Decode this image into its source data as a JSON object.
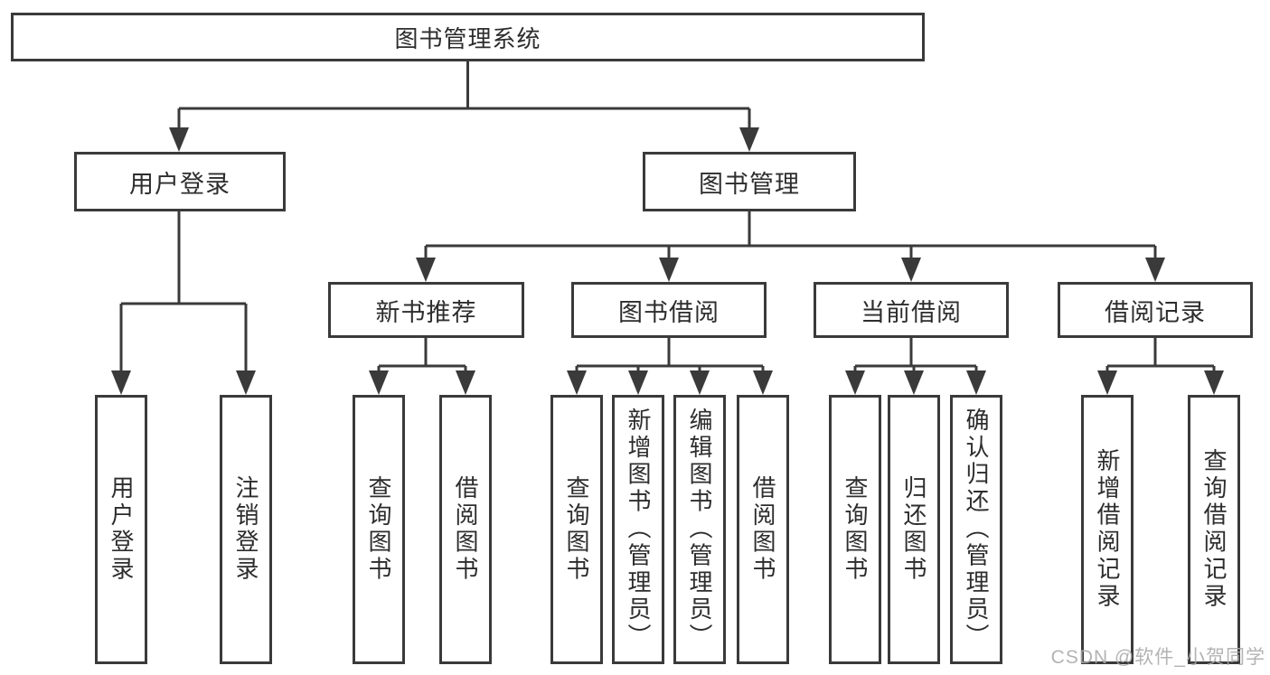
{
  "diagram": {
    "type": "tree",
    "title": "图书管理系统",
    "colors": {
      "line": "#3a3a3a",
      "box_border": "#3a3a3a",
      "box_fill": "#ffffff",
      "text": "#2d2d2d",
      "background": "#ffffff",
      "watermark": "#a8a8a8"
    },
    "tree": {
      "label": "图书管理系统",
      "children": [
        {
          "label": "用户登录",
          "children": [
            {
              "label": "用户登录"
            },
            {
              "label": "注销登录"
            }
          ]
        },
        {
          "label": "图书管理",
          "children": [
            {
              "label": "新书推荐",
              "children": [
                {
                  "label": "查询图书"
                },
                {
                  "label": "借阅图书"
                }
              ]
            },
            {
              "label": "图书借阅",
              "children": [
                {
                  "label": "查询图书"
                },
                {
                  "label": "新增图书（管理员）"
                },
                {
                  "label": "编辑图书（管理员）"
                },
                {
                  "label": "借阅图书"
                }
              ]
            },
            {
              "label": "当前借阅",
              "children": [
                {
                  "label": "查询图书"
                },
                {
                  "label": "归还图书"
                },
                {
                  "label": "确认归还（管理员）"
                }
              ]
            },
            {
              "label": "借阅记录",
              "children": [
                {
                  "label": "新增借阅记录"
                },
                {
                  "label": "查询借阅记录"
                }
              ]
            }
          ]
        }
      ]
    }
  },
  "nodes": {
    "root": "图书管理系统",
    "user_login": "用户登录",
    "book_mgmt": "图书管理",
    "login": "用户登录",
    "logout": "注销登录",
    "new_books": "新书推荐",
    "book_borrow": "图书借阅",
    "current_borrow": "当前借阅",
    "borrow_records": "借阅记录",
    "nb_query": "查询图书",
    "nb_borrow": "借阅图书",
    "bb_query": "查询图书",
    "bb_add": "新增图书（管理员）",
    "bb_edit": "编辑图书（管理员）",
    "bb_borrow": "借阅图书",
    "cb_query": "查询图书",
    "cb_return": "归还图书",
    "cb_confirm": "确认归还（管理员）",
    "br_add": "新增借阅记录",
    "br_query": "查询借阅记录"
  },
  "watermark": {
    "text": "CSDN @软件_小贺同学"
  }
}
